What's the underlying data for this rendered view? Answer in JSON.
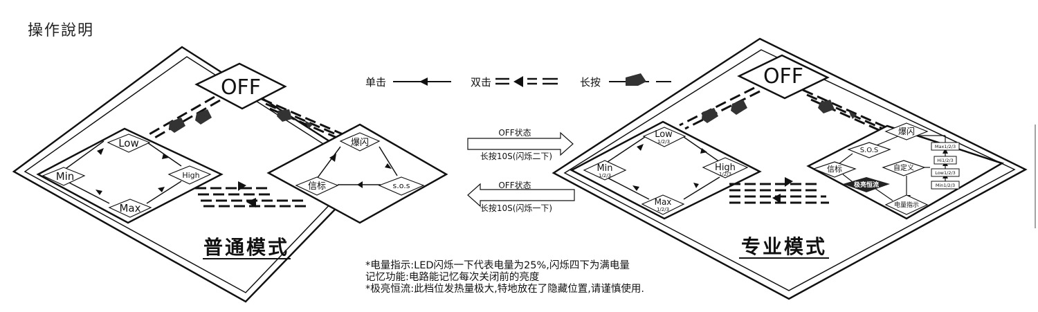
{
  "title": "操作說明",
  "legend": {
    "single_click": "单击",
    "double_click": "双击",
    "long_press": "长按"
  },
  "normal_mode": {
    "label": "普通模式",
    "off": "OFF",
    "levels": [
      "Low",
      "Min",
      "High",
      "Max"
    ],
    "specials": [
      "爆闪",
      "信标",
      "s.o.s"
    ]
  },
  "pro_mode": {
    "label": "专业模式",
    "off": "OFF",
    "levels": [
      "Low",
      "Min",
      "High",
      "Max"
    ],
    "level_sub": "1/2/3",
    "specials": [
      "爆闪",
      "S.O.S",
      "信标",
      "极亮恒流",
      "电量指示",
      "自定义"
    ],
    "custom_levels": [
      "Max1/2/3",
      "Hi1/2/3",
      "Low1/2/3",
      "Min1/2/3"
    ]
  },
  "switch": {
    "to_pro_state": "OFF状态",
    "to_pro_action": "长按10S(闪烁二下)",
    "to_normal_state": "OFF状态",
    "to_normal_action": "长按10S(闪烁一下)"
  },
  "notes": [
    "*电量指示:LED闪烁一下代表电量为25%,闪烁四下为满电量",
    " 记忆功能:电路能记忆每次关闭前的亮度",
    "*极亮恒流:此档位发热量极大,特地放在了隐藏位置,请谨慎使用."
  ]
}
